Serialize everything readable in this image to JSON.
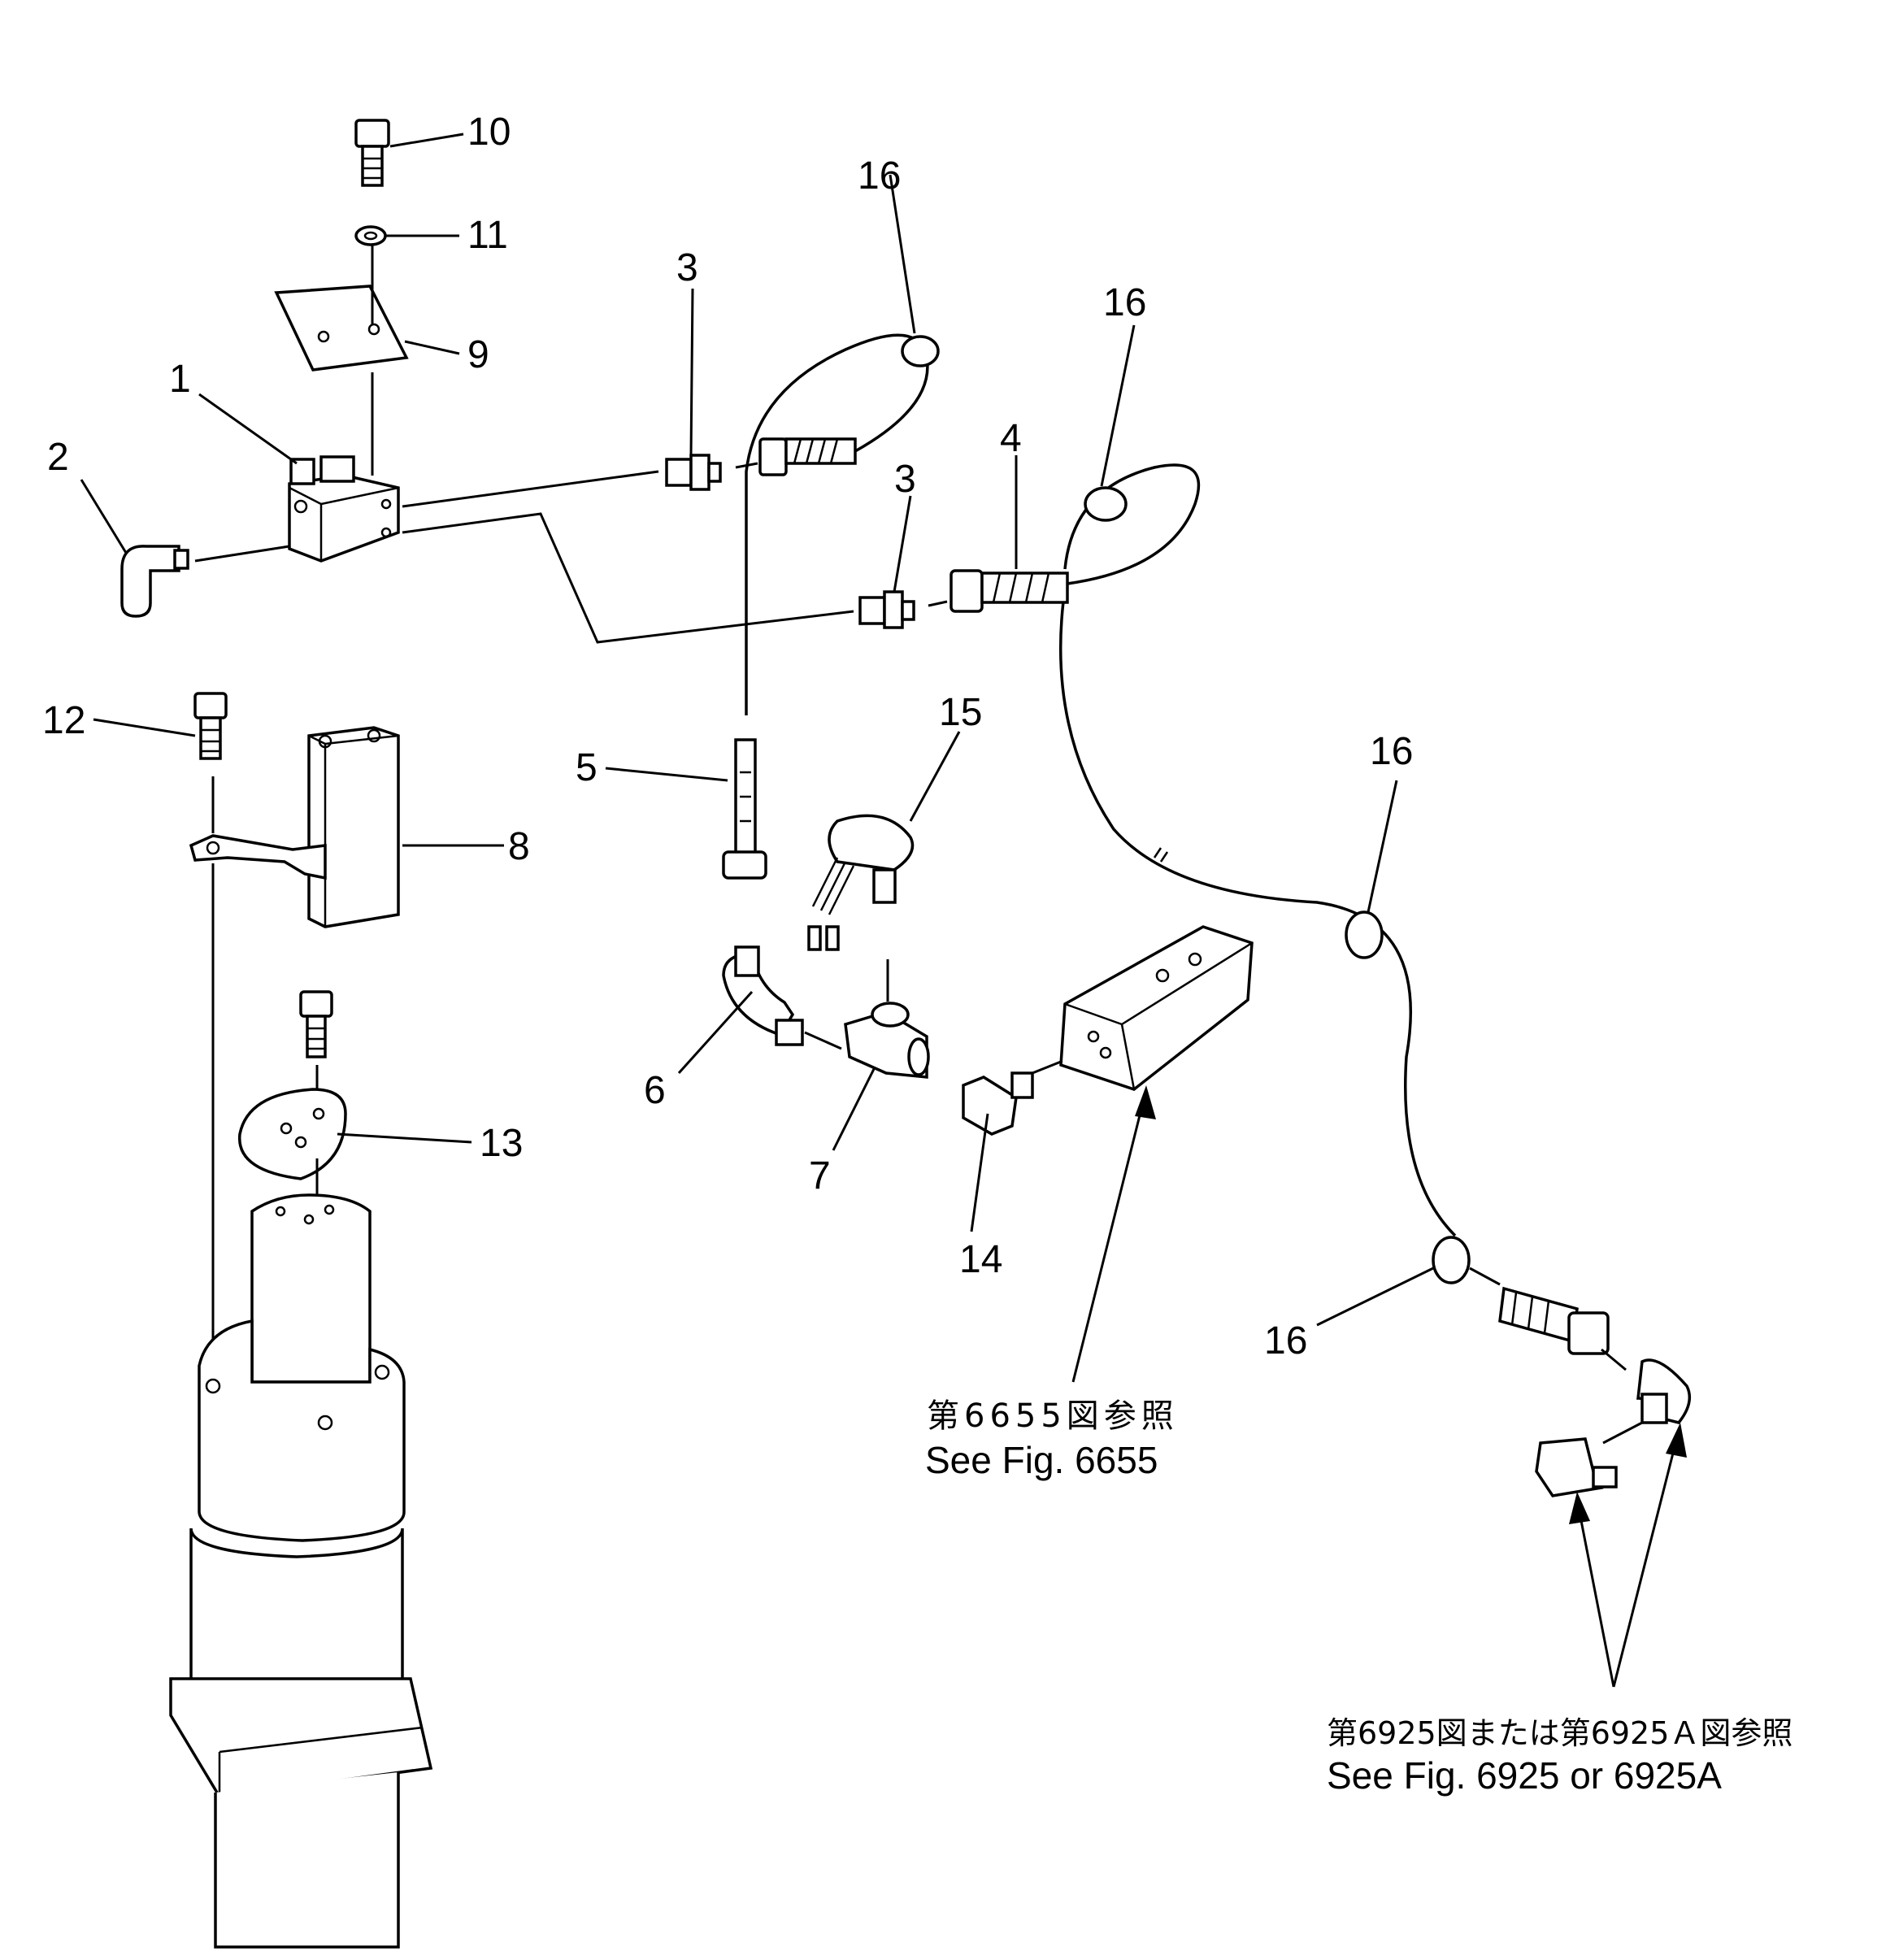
{
  "part_labels": [
    "1",
    "2",
    "3",
    "3",
    "4",
    "5",
    "6",
    "7",
    "8",
    "9",
    "10",
    "11",
    "12",
    "13",
    "14",
    "15",
    "16",
    "16",
    "16",
    "16"
  ],
  "references": {
    "fig6655_jp": "第6655図参照",
    "fig6655_en": "See Fig. 6655",
    "fig6925_jp": "第6925図または第6925Ａ図参照",
    "fig6925_en": "See Fig. 6925 or 6925A"
  }
}
